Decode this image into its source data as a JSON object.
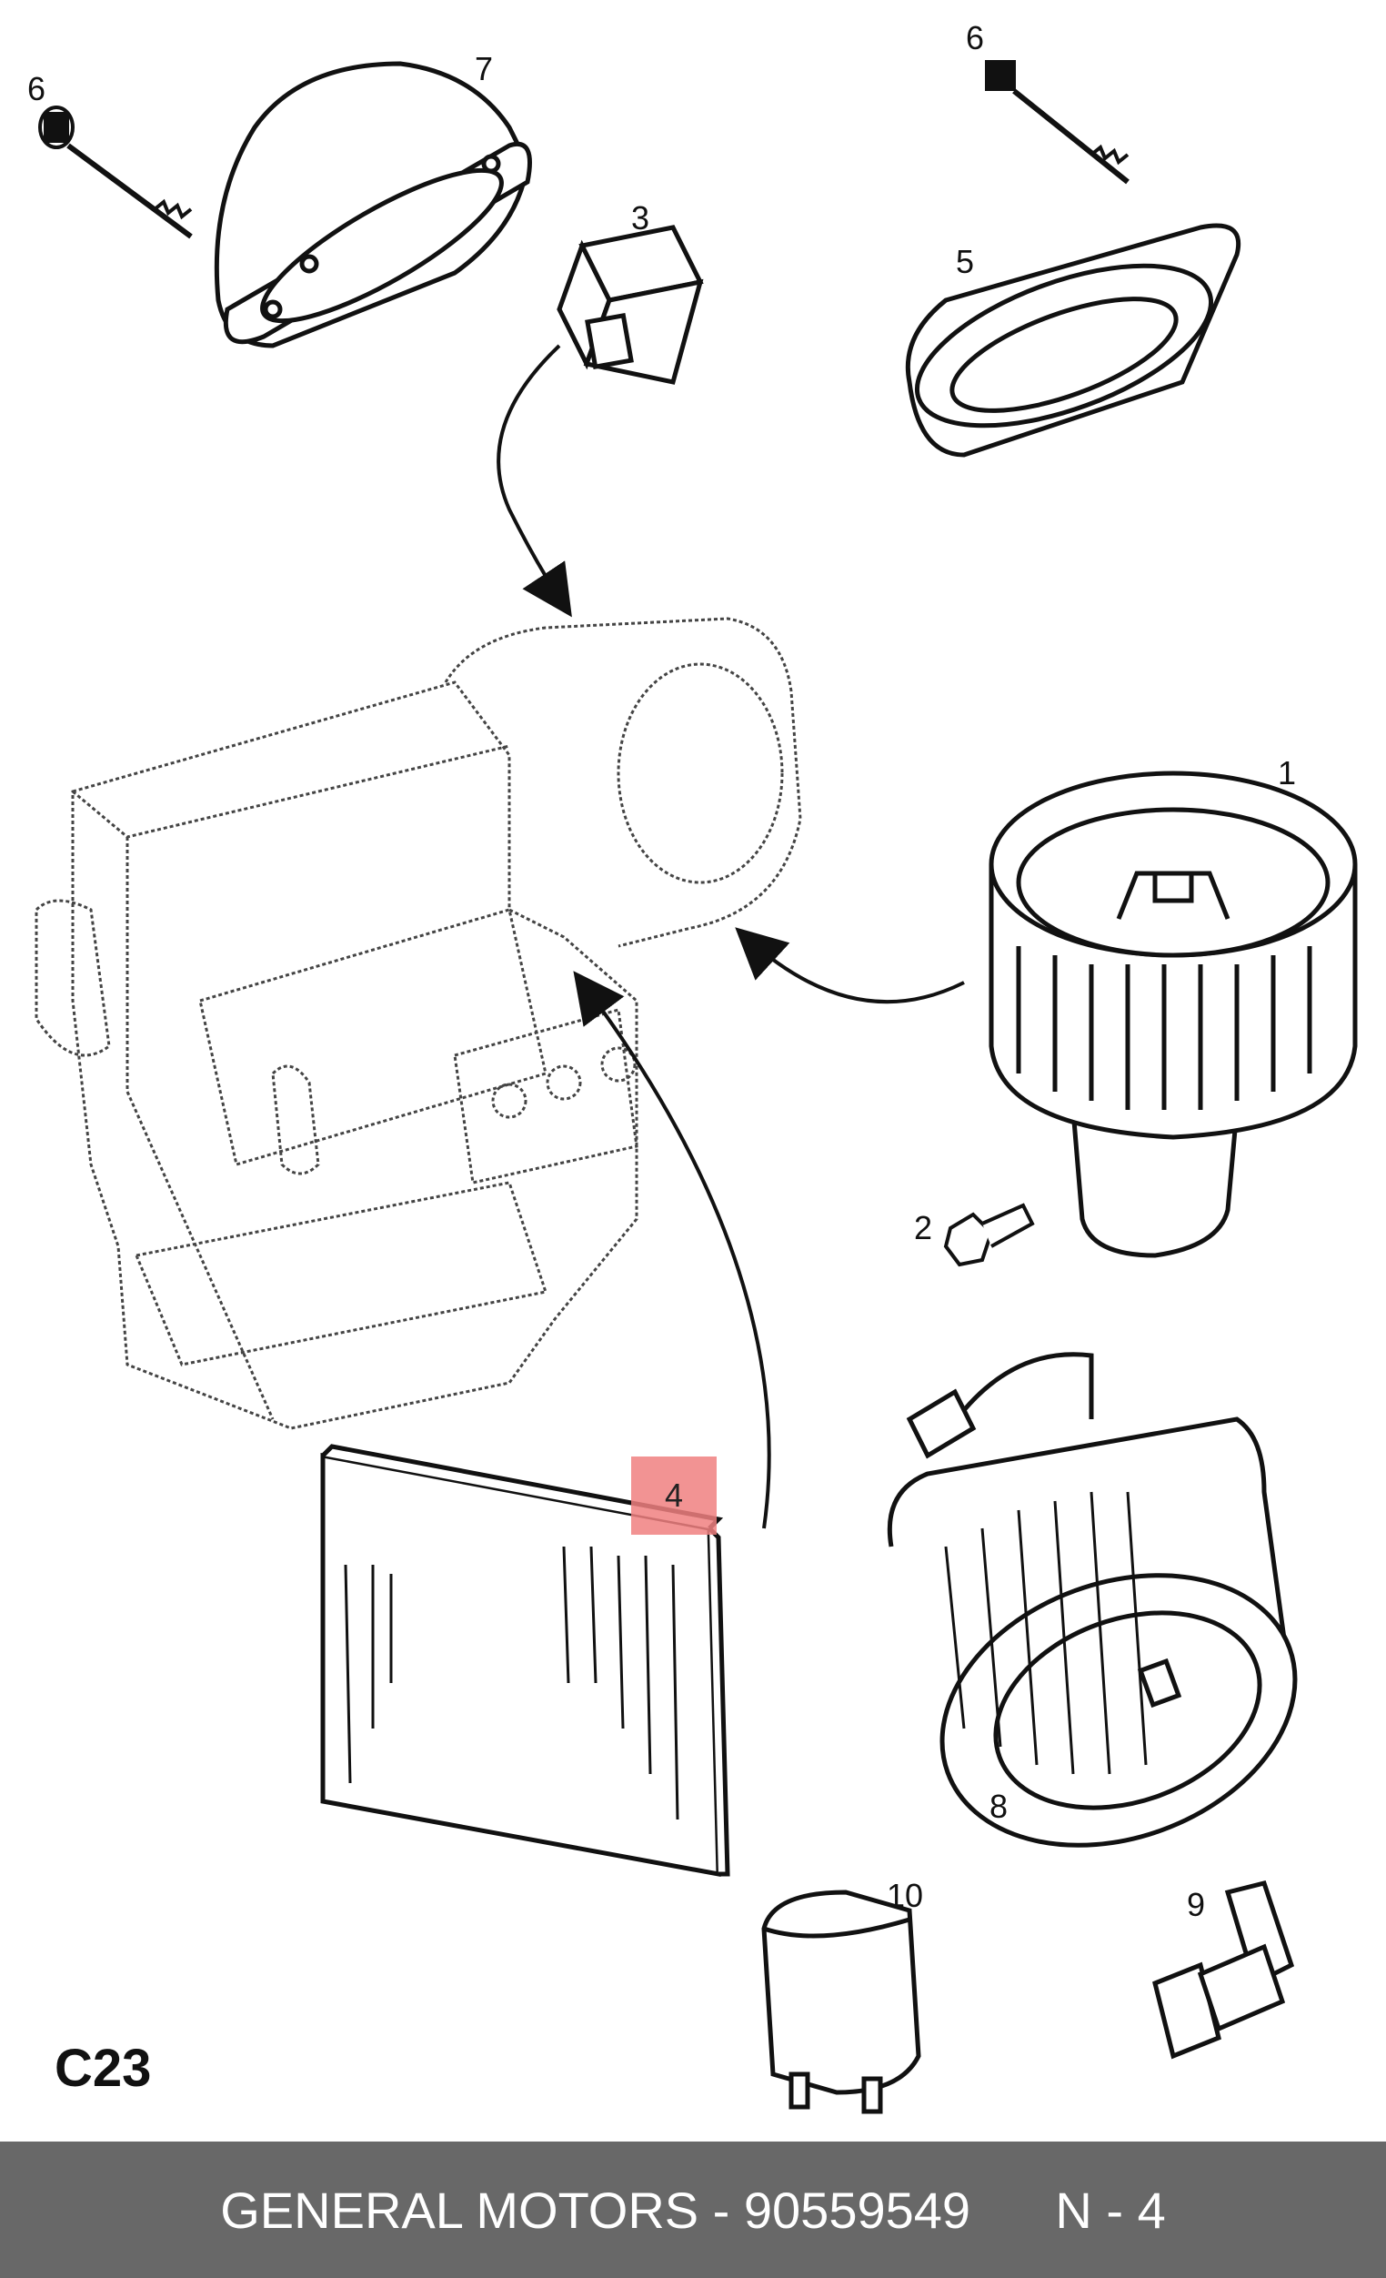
{
  "diagram": {
    "callouts": [
      "1",
      "2",
      "3",
      "5",
      "6",
      "6",
      "7",
      "8",
      "9",
      "10"
    ],
    "highlight_label": "4",
    "page_code": "C23"
  },
  "footer": {
    "text": "GENERAL MOTORS - 90559549      N - 4"
  },
  "colors": {
    "footer_bg": "#686868",
    "highlight": "#f08080",
    "ink": "#111111"
  }
}
